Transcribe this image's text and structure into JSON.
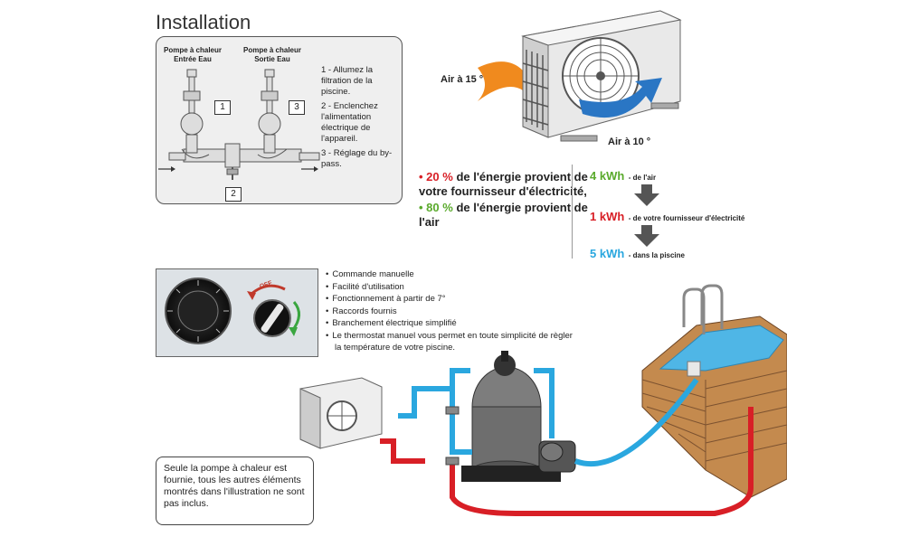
{
  "title": "Installation",
  "install": {
    "tap_left": "Pompe à chaleur\nEntrée Eau",
    "tap_left_l1": "Pompe à chaleur",
    "tap_left_l2": "Entrée Eau",
    "tap_right_l1": "Pompe à chaleur",
    "tap_right_l2": "Sortie Eau",
    "num1": "1",
    "num2": "2",
    "num3": "3",
    "steps": [
      "1 - Allumez la filtration de la piscine.",
      "2 - Enclenchez l'alimentation électrique de l'appareil.",
      "3 - Réglage du by-pass."
    ]
  },
  "heatpump": {
    "air_in": "Air à 15 °",
    "air_out": "Air à 10 °"
  },
  "energy": {
    "pct1": "20 %",
    "text1": "de l'énergie provient de votre fournisseur d'électricité,",
    "pct2": "80 %",
    "text2": "de l'énergie provient de l'air",
    "flow": [
      {
        "value": "4 kWh",
        "note": "- de l'air"
      },
      {
        "value": "1 kWh",
        "note": "- de votre fournisseur d'électricité"
      },
      {
        "value": "5 kWh",
        "note": "- dans la piscine"
      }
    ]
  },
  "control": {
    "off_label": "OFF"
  },
  "features": [
    "Commande manuelle",
    "Facilité d'utilisation",
    "Fonctionnement à partir de 7°",
    "Raccords fournis",
    "Branchement électrique simplifié",
    "Le thermostat manuel vous permet en toute simplicité de règler",
    "la température de votre piscine."
  ],
  "note": "Seule la pompe à chaleur est fournie, tous les autres éléments montrés dans l'illustration ne sont pas inclus.",
  "colors": {
    "hot": "#d81f26",
    "cold": "#2aa7df",
    "air_warm": "#f08a1e",
    "air_cold": "#2a76c4",
    "green": "#5aaa2c",
    "wood": "#b07c45",
    "water": "#4fb6e6"
  }
}
